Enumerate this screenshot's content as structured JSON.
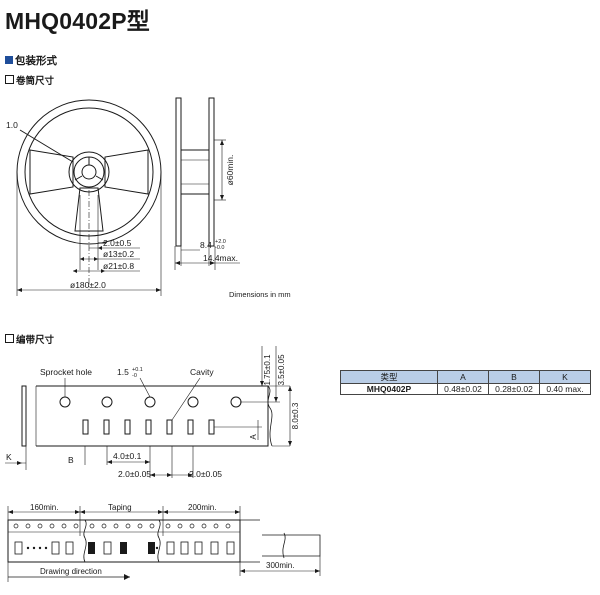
{
  "title": "MHQ0402P型",
  "section_packaging": "包装形式",
  "sub_reel": "卷筒尺寸",
  "sub_tape": "编带尺寸",
  "reel": {
    "label_1_0": "1.0",
    "dim_2_0": "2.0±0.5",
    "dim_13": "ø13±0.2",
    "dim_21": "ø21±0.8",
    "dim_180": "ø180±2.0",
    "dim_60": "ø60min.",
    "dim_8_4": "8.4",
    "dim_8_4_tol_plus": "+2.0",
    "dim_8_4_tol_minus": "-0.0",
    "dim_14_4": "14.4max.",
    "units_note": "Dimensions in mm"
  },
  "tape": {
    "sprocket_hole": "Sprocket hole",
    "dim_1_5": "1.5",
    "dim_1_5_tol_plus": "+0.1",
    "dim_1_5_tol_minus": "-0",
    "cavity": "Cavity",
    "dim_1_75": "1.75±0.1",
    "dim_3_5": "3.5±0.05",
    "dim_8_0": "8.0±0.3",
    "label_A": "A",
    "label_B": "B",
    "label_K": "K",
    "dim_4_0": "4.0±0.1",
    "dim_2_0a": "2.0±0.05",
    "dim_2_0b": "2.0±0.05"
  },
  "leader": {
    "dim_160": "160min.",
    "taping": "Taping",
    "dim_200": "200min.",
    "drawing_direction": "Drawing direction",
    "dim_300": "300min."
  },
  "table": {
    "headers": [
      "类型",
      "A",
      "B",
      "K"
    ],
    "rows": [
      [
        "MHQ0402P",
        "0.48±0.02",
        "0.28±0.02",
        "0.40 max."
      ]
    ]
  }
}
